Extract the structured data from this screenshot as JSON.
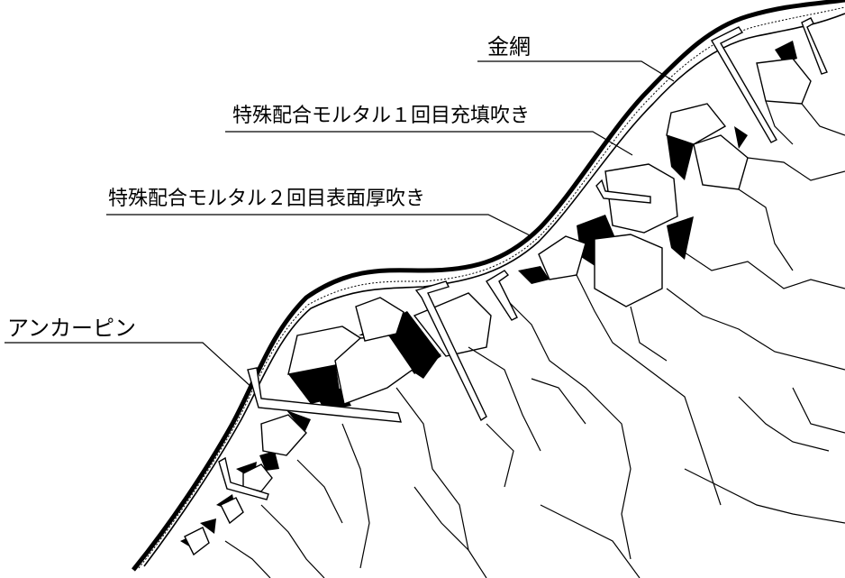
{
  "labels": {
    "wire_mesh": "金網",
    "mortar_first_fill": "特殊配合モルタル１回目充填吹き",
    "mortar_second_surface": "特殊配合モルタル２回目表面厚吹き",
    "anchor_pin": "アンカーピン"
  },
  "colors": {
    "line": "#000000",
    "fill_void": "#000000",
    "background": "#ffffff"
  }
}
